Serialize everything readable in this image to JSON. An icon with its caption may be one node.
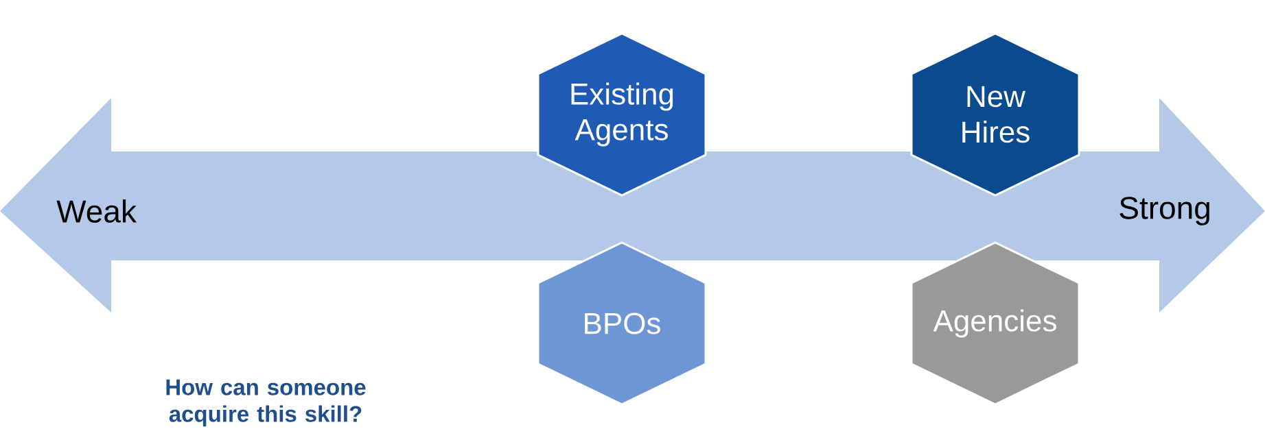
{
  "diagram": {
    "nodes": [
      {
        "text": [
          "Weak",
          "Strong"
        ]
      },
      {
        "text": [
          "Existing Agents"
        ]
      },
      {
        "text": [
          "BPOs"
        ]
      },
      {
        "text": [
          "New Hires"
        ]
      },
      {
        "text": [
          "Agencies"
        ]
      }
    ],
    "labels": [
      "How can someone acquire this skill?"
    ]
  }
}
